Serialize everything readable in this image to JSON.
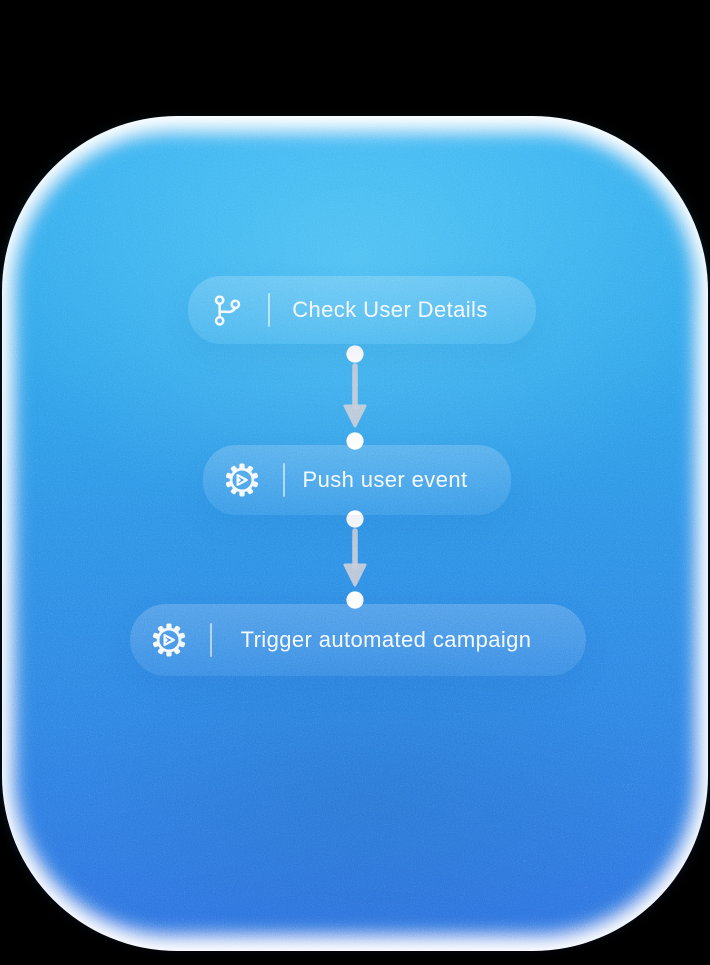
{
  "workflow": {
    "steps": [
      {
        "label": "Check User Details",
        "icon": "git-branch-icon"
      },
      {
        "label": "Push user event",
        "icon": "gear-play-icon"
      },
      {
        "label": "Trigger automated campaign",
        "icon": "gear-play-icon"
      }
    ]
  },
  "colors": {
    "page_background": "#000000",
    "halo": "#ffffff",
    "blob_top": "#36abef",
    "blob_middle": "#2f8ae4",
    "blob_bottom": "#2f6edf",
    "card_overlay_top": "rgba(255,255,255,0.17)",
    "card_overlay_bottom": "rgba(255,255,255,0.06)",
    "text": "#f5faff",
    "divider": "rgba(255,255,255,0.55)",
    "connector_line": "#c3cad6",
    "connector_dot": "#ffffff"
  }
}
